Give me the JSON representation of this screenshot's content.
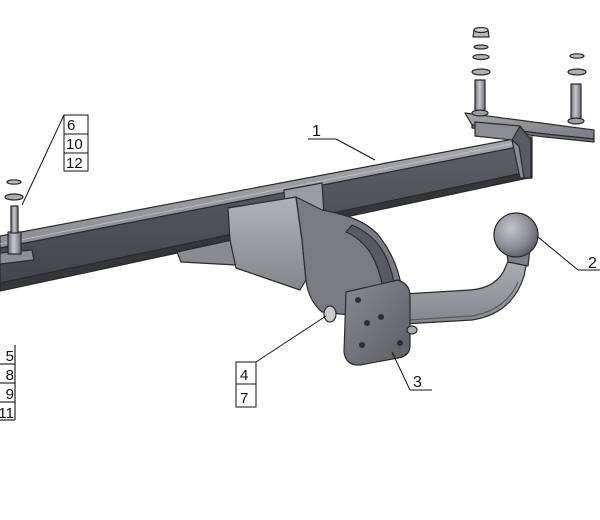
{
  "callouts": {
    "main_beam": "1",
    "tow_ball": "2",
    "socket_plate": "3",
    "bolt_group_right": [
      "6",
      "10",
      "12"
    ],
    "bolt_group_center": [
      "4",
      "7"
    ],
    "bolt_group_left": [
      "5",
      "8",
      "9",
      "11"
    ]
  },
  "colors": {
    "steel_light": "#9a9aa2",
    "steel_mid": "#7b7b83",
    "steel_dark": "#4d4d55",
    "steel_shadow": "#3a3a42",
    "edge": "#2a2a30",
    "label": "#111111",
    "background": "#ffffff"
  }
}
